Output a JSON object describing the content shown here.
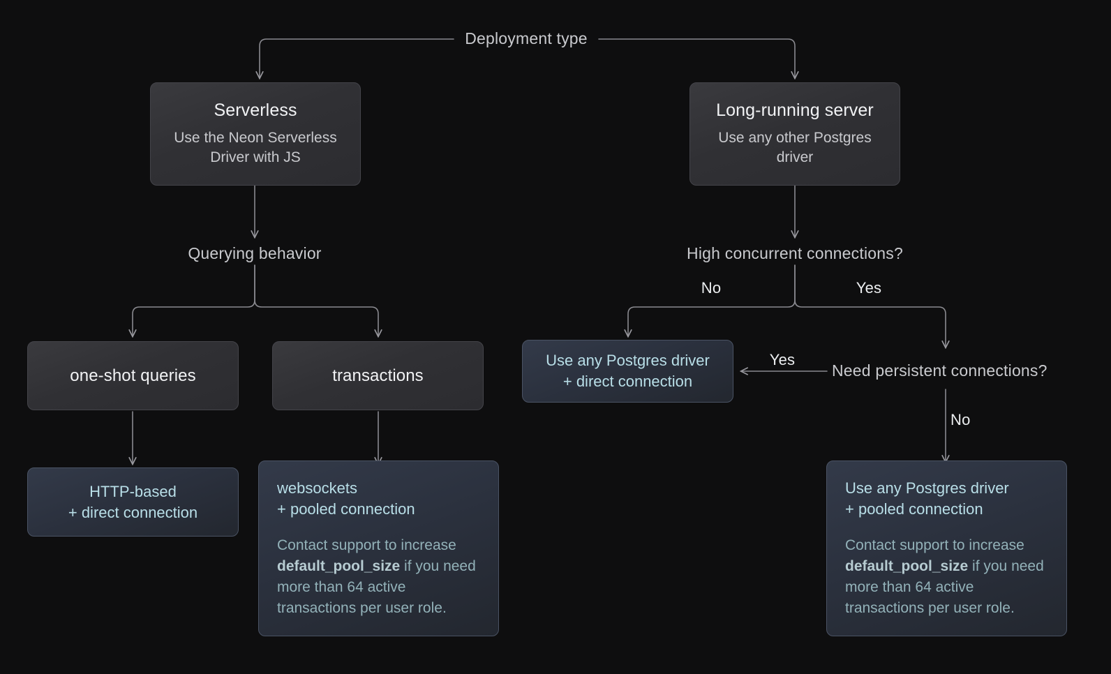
{
  "diagram": {
    "title": "Neon connection / driver decision flowchart",
    "background_color": "#0e0e0f",
    "accent_color": "#b9dfe8",
    "wire_color": "#8a8a90"
  },
  "root_label": "Deployment type",
  "branches": {
    "serverless": {
      "title": "Serverless",
      "subtitle": "Use the Neon Serverless Driver with JS",
      "question": "Querying behavior",
      "options": [
        {
          "label": "one-shot queries"
        },
        {
          "label": "transactions"
        }
      ],
      "results": [
        {
          "headline": "HTTP-based\n+ direct connection",
          "headline_line1": "HTTP-based",
          "headline_line2": "+ direct connection",
          "note": ""
        },
        {
          "headline_line1": "websockets",
          "headline_line2": "+ pooled connection",
          "note_prefix": "Contact support to increase ",
          "note_code": "default_pool_size",
          "note_suffix": " if you need more than 64 active transactions per user role."
        }
      ]
    },
    "long_running": {
      "title": "Long-running server",
      "subtitle": "Use any other Postgres driver",
      "question": "High concurrent connections?",
      "edge_no": "No",
      "edge_yes": "Yes",
      "sub_question": "Need persistent connections?",
      "sub_edge_yes": "Yes",
      "sub_edge_no": "No",
      "results": [
        {
          "headline_line1": "Use any Postgres driver",
          "headline_line2": "+ direct connection"
        },
        {
          "headline_line1": "Use any Postgres driver",
          "headline_line2": "+ pooled connection",
          "note_prefix": "Contact support to increase ",
          "note_code": "default_pool_size",
          "note_suffix": " if you need more than 64 active transactions per user role."
        }
      ]
    }
  }
}
